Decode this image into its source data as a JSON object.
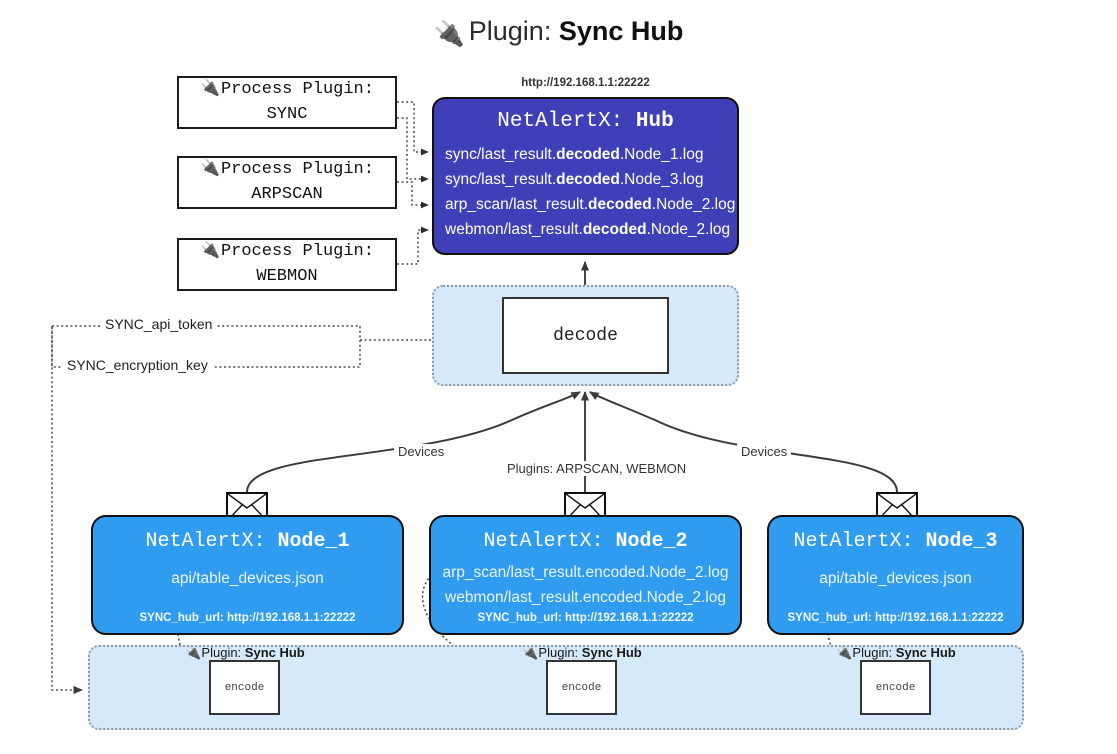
{
  "title": {
    "icon": "plug-icon",
    "prefix": "Plugin:",
    "name": "Sync Hub"
  },
  "process_plugins": [
    {
      "icon": "plug-icon",
      "line1": "Process Plugin:",
      "line2": "SYNC"
    },
    {
      "icon": "plug-icon",
      "line1": "Process Plugin:",
      "line2": "ARPSCAN"
    },
    {
      "icon": "plug-icon",
      "line1": "Process Plugin:",
      "line2": "WEBMON"
    }
  ],
  "hub": {
    "url": "http://192.168.1.1:22222",
    "title_prefix": "NetAlertX:",
    "title_name": "Hub",
    "rows": [
      {
        "pre": "sync/last_result.",
        "bold": "decoded",
        "post": ".Node_1.log"
      },
      {
        "pre": "sync/last_result.",
        "bold": "decoded",
        "post": ".Node_3.log"
      },
      {
        "pre": "arp_scan/last_result.",
        "bold": "decoded",
        "post": ".Node_2.log"
      },
      {
        "pre": "webmon/last_result.",
        "bold": "decoded",
        "post": ".Node_2.log"
      }
    ]
  },
  "decode": {
    "label": "decode"
  },
  "keys": [
    {
      "label": "SYNC_api_token"
    },
    {
      "label": "SYNC_encryption_key"
    }
  ],
  "edge_labels": {
    "devices_left": "Devices",
    "devices_right": "Devices",
    "plugins_center": "Plugins: ARPSCAN, WEBMON"
  },
  "nodes": [
    {
      "title_prefix": "NetAlertX:",
      "title_name": "Node_1",
      "lines": [
        "api/table_devices.json"
      ],
      "footer": "SYNC_hub_url: http://192.168.1.1:22222",
      "envelope_icon": "envelope-icon"
    },
    {
      "title_prefix": "NetAlertX:",
      "title_name": "Node_2",
      "lines": [
        "arp_scan/last_result.encoded.Node_2.log",
        "webmon/last_result.encoded.Node_2.log"
      ],
      "footer": "SYNC_hub_url: http://192.168.1.1:22222",
      "envelope_icon": "envelope-icon"
    },
    {
      "title_prefix": "NetAlertX:",
      "title_name": "Node_3",
      "lines": [
        "api/table_devices.json"
      ],
      "footer": "SYNC_hub_url: http://192.168.1.1:22222",
      "envelope_icon": "envelope-icon"
    }
  ],
  "encoders": [
    {
      "plugin_prefix": "Plugin:",
      "plugin_name": "Sync Hub",
      "label": "encode",
      "icon": "plug-icon"
    },
    {
      "plugin_prefix": "Plugin:",
      "plugin_name": "Sync Hub",
      "label": "encode",
      "icon": "plug-icon"
    },
    {
      "plugin_prefix": "Plugin:",
      "plugin_name": "Sync Hub",
      "label": "encode",
      "icon": "plug-icon"
    }
  ],
  "colors": {
    "hub_bg": "#3f40b8",
    "node_bg": "#2f9cf0",
    "band_bg": "#d6e9fa",
    "stroke": "#333333"
  }
}
